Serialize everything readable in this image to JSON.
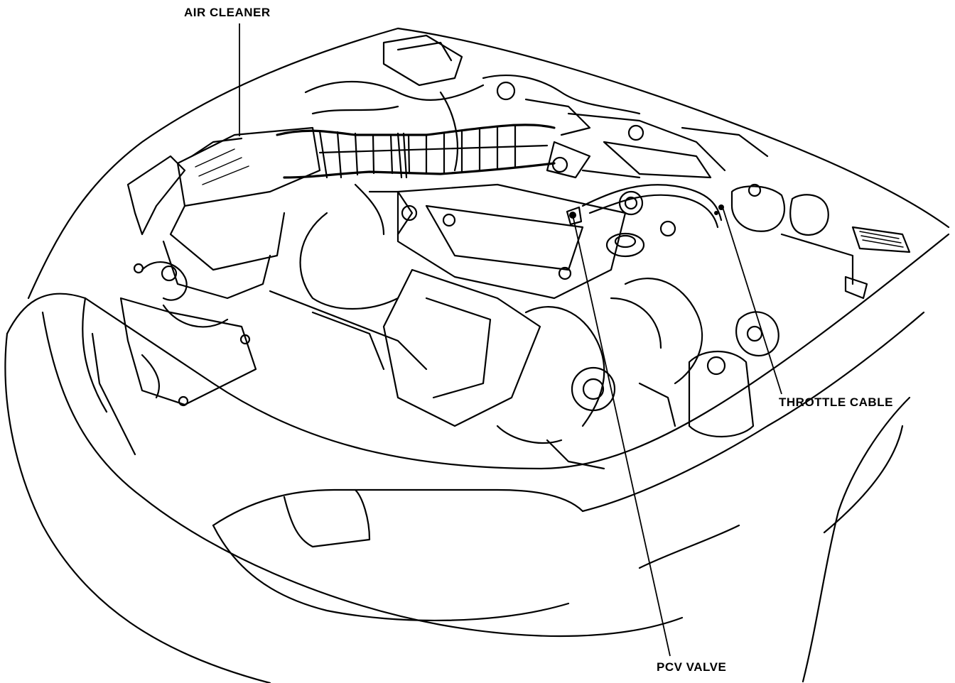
{
  "labels": {
    "air_cleaner": "AIR CLEANER",
    "throttle_cable": "THROTTLE CABLE",
    "pcv_valve": "PCV VALVE"
  },
  "colors": {
    "ink": "#000000",
    "paper": "#ffffff"
  }
}
